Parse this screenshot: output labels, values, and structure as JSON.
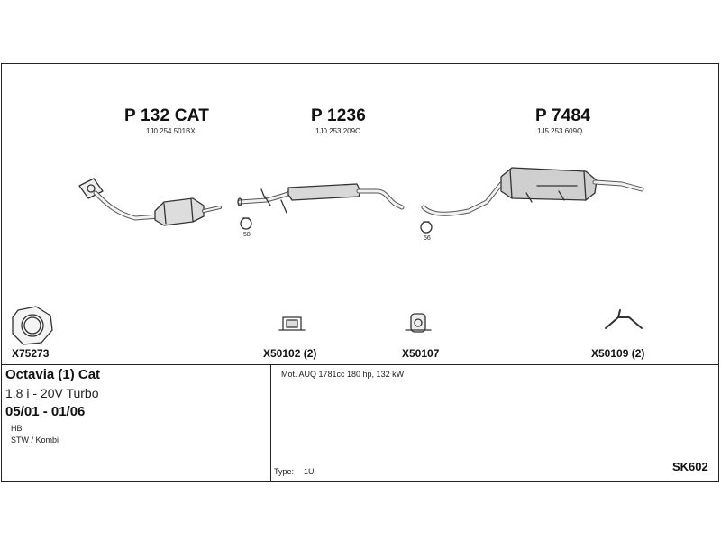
{
  "parts": [
    {
      "number": "P 132 CAT",
      "oem": "1J0 254 501BX"
    },
    {
      "number": "P 1236",
      "oem": "1J0 253 209C"
    },
    {
      "number": "P 7484",
      "oem": "1J5 253 609Q"
    }
  ],
  "clamps": [
    {
      "size": "58"
    },
    {
      "size": "56"
    }
  ],
  "accessories": [
    {
      "code": "X75273",
      "icon": "gasket-ring-icon"
    },
    {
      "code": "X50102 (2)",
      "icon": "rubber-mount-icon"
    },
    {
      "code": "X50107",
      "icon": "rubber-hanger-icon"
    },
    {
      "code": "X50109 (2)",
      "icon": "y-hanger-icon"
    }
  ],
  "vehicle": {
    "model": "Octavia (1) Cat",
    "engine": "1.8 i - 20V Turbo",
    "years": "05/01 - 01/06",
    "body1": "HB",
    "body2": "STW / Kombi"
  },
  "motor_spec": "Mot. AUQ 1781cc 180 hp, 132 kW",
  "type_label": "Type:",
  "type_value": "1U",
  "kit_code": "SK602"
}
